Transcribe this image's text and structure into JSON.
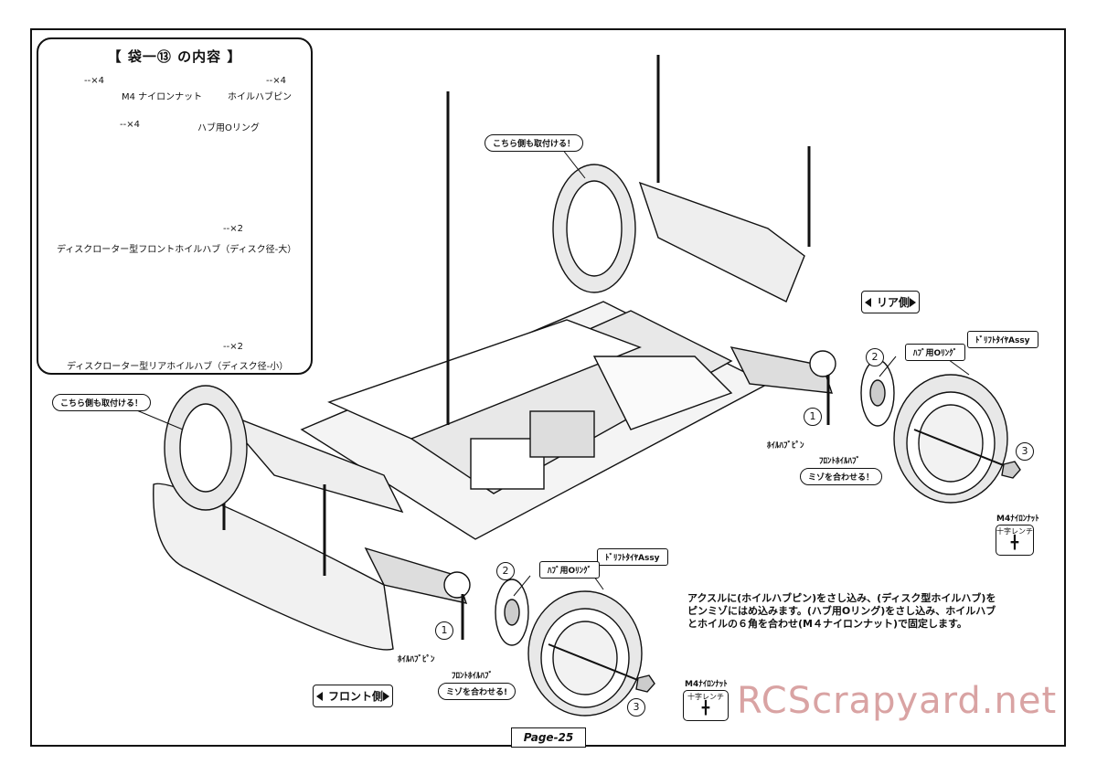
{
  "parts_bag": {
    "title": "【 袋一⑬ の内容 】",
    "nut_qty": "--×4",
    "nut_name": "M4 ナイロンナット",
    "pin_qty": "--×4",
    "pin_name": "ホイルハブピン",
    "oring_qty": "--×4",
    "oring_name": "ハブ用Oリング",
    "front_hub_qty": "--×2",
    "front_hub_name": "ディスクローター型フロントホイルハブ（ディスク径-大）",
    "rear_hub_qty": "--×2",
    "rear_hub_name": "ディスクローター型リアホイルハブ（ディスク径-小）"
  },
  "callouts": {
    "other_side_rear": "こちら側も取付ける！",
    "other_side_front": "こちら側も取付ける！",
    "rear_side": "リア側",
    "front_side": "フロント側",
    "rear_tire": "ﾄﾞﾘﾌﾄﾀｲﾔAssy",
    "rear_oring": "ﾊﾌﾞ用Oﾘﾝｸﾞ",
    "rear_pin": "ﾎｲﾙﾊﾌﾞﾋﾟﾝ",
    "rear_hub": "ﾌﾛﾝﾄﾎｲﾙﾊﾌﾞ",
    "rear_align": "ミゾを合わせる！",
    "rear_nut": "M4ﾅｲﾛﾝﾅｯﾄ",
    "rear_wrench": "十字レンチ",
    "front_tire": "ﾄﾞﾘﾌﾄﾀｲﾔAssy",
    "front_oring": "ﾊﾌﾞ用Oﾘﾝｸﾞ",
    "front_pin": "ﾎｲﾙﾊﾌﾞﾋﾟﾝ",
    "front_hub": "ﾌﾛﾝﾄﾎｲﾙﾊﾌﾞ",
    "front_align": "ミゾを合わせる!",
    "front_nut": "M4ﾅｲﾛﾝﾅｯﾄ",
    "front_wrench": "十字レンチ",
    "step1": "1",
    "step2": "2",
    "step3": "3"
  },
  "instruction": {
    "line1": "アクスルに(ホイルハブピン)をさし込み、(ディスク型ホイルハブ)を",
    "line2": "ピンミゾにはめ込みます。(ハブ用Oリング)をさし込み、ホイルハブ",
    "line3": "とホイルの６角を合わせ(M４ナイロンナット)で固定します。"
  },
  "page_label": "Page-25",
  "watermark": "RCScrapyard.net"
}
